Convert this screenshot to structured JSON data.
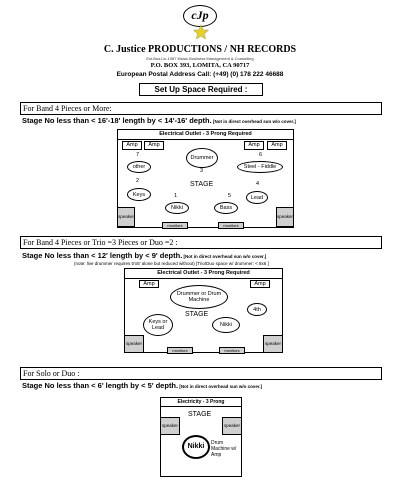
{
  "header": {
    "logo_text": "cJp",
    "company": "C. Justice PRODUCTIONS / NH RECORDS",
    "company_sub": "Est.Bus.Lic.1987 Music Business Management & Consulting",
    "pobox": "P.O. BOX 393, LOMITA, CA 90717",
    "euro_address": "European Postal Address Call: (+49) (0) 178 222 46688"
  },
  "title": "Set Up Space Required :",
  "sections": [
    {
      "heading": "For Band 4 Pieces or More:",
      "stage_req": "Stage No less than < 16'-18' length by < 14'-16' depth.",
      "stage_note": " [Not in direct overhead sun w/o cover.]",
      "diagram": {
        "electrical": "Electrical Outlet - 3 Prong Required",
        "amp1": "Amp",
        "amp2": "Amp",
        "amp3": "Amp",
        "amp4": "Amp",
        "drummer": "Drummer",
        "n3": "3",
        "n7": "7",
        "n6": "6",
        "n2": "2",
        "n1": "1",
        "n5": "5",
        "n4": "4",
        "other": "other",
        "steel": "Steel - Fiddle",
        "stage": "STAGE",
        "keys": "Keys",
        "lead": "Lead",
        "nikki": "Nikki",
        "bass": "Bass",
        "speaker_l": "speaker",
        "speaker_r": "speaker",
        "monitors_l": "monitors",
        "monitors_r": "monitors"
      }
    },
    {
      "heading": "For Band 4 Pieces or Trio =3 Pieces or Duo =2 :",
      "stage_req": "Stage No less than < 12' length by < 9' depth.",
      "stage_note": " [Not in direct overhead sun w/o cover.]",
      "sub_note": "(note: live drummer requires 5'x5' alone but reduced without) [Trio/Duo space w/ drummer: < 8x6 ]",
      "diagram": {
        "electrical": "Electrical Outlet - 3 Prong Required",
        "amp1": "Amp",
        "amp2": "Amp",
        "drum_machine": "Drummer or Drum Machine",
        "fourth": "4th",
        "stage": "STAGE",
        "keys_lead": "Keys or Lead",
        "nikki": "Nikki",
        "speaker_l": "speaker",
        "speaker_r": "speaker",
        "monitors_l": "monitors",
        "monitors_r": "monitors"
      }
    },
    {
      "heading": "For Solo or Duo :",
      "stage_req": "Stage No less than < 6' length by < 5' depth.",
      "stage_note": " [Not in direct overhead sun w/o cover.]",
      "diagram": {
        "electricity": "Electricity - 3 Prong",
        "stage": "STAGE",
        "speaker_l": "speaker",
        "speaker_r": "speaker",
        "nikki": "Nikki",
        "drum_machine": "Drum Machine w/ Amp"
      }
    }
  ]
}
